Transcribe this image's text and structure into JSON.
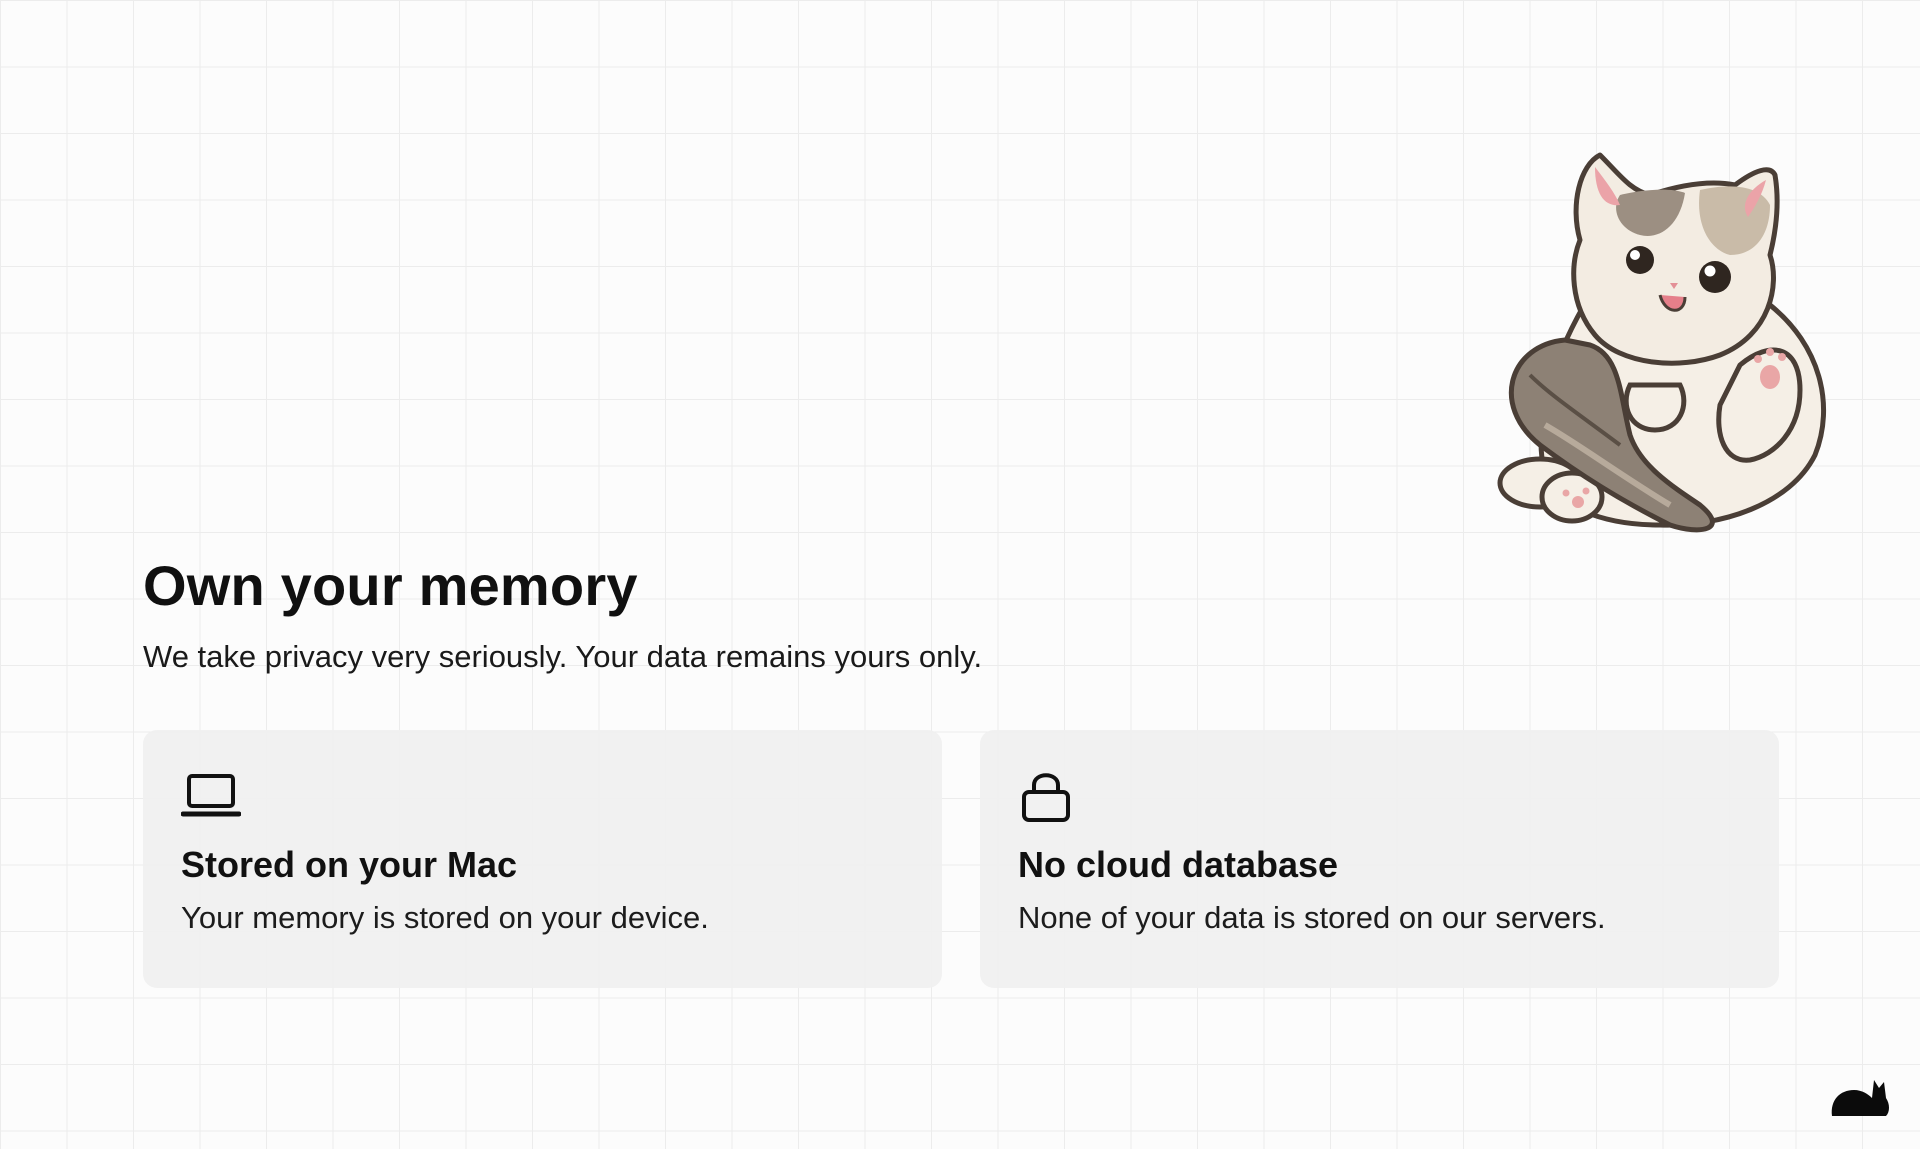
{
  "hero": {
    "title": "Own your memory",
    "subtitle": "We take privacy very seriously. Your data remains yours only."
  },
  "cards": [
    {
      "icon": "laptop-icon",
      "title": "Stored on your Mac",
      "description": "Your memory is stored on your device."
    },
    {
      "icon": "lock-icon",
      "title": "No cloud database",
      "description": "None of your data is stored on our servers."
    }
  ],
  "illustration": "cat-licking-tail",
  "corner_logo": "cat-logo-icon",
  "colors": {
    "background": "#fcfcfc",
    "grid_line": "#ececec",
    "card_background": "#f0f0f0",
    "text": "#111111"
  }
}
